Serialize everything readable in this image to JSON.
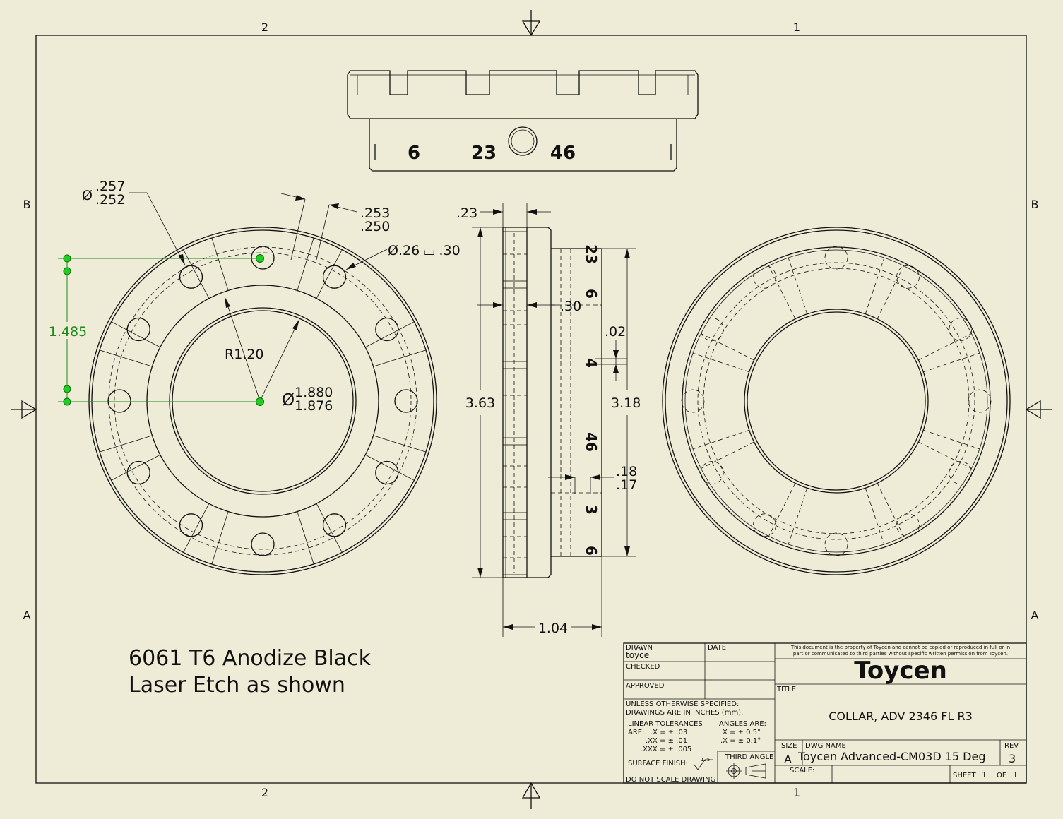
{
  "zones": {
    "top": [
      "2",
      "1"
    ],
    "bottom": [
      "2",
      "1"
    ],
    "left": [
      "B",
      "A"
    ],
    "right": [
      "B",
      "A"
    ]
  },
  "top_view": {
    "etch": [
      "6",
      "23",
      "46"
    ]
  },
  "front_view": {
    "hole_dia_top": ".257",
    "hole_dia_bottom": ".252",
    "slot_top": ".253",
    "slot_bottom": ".250",
    "cb_label": "Ø.26 ⌴ .30",
    "ycoord": "1.485",
    "radius": "R1.20",
    "bore_top": "1.880",
    "bore_bottom": "1.876",
    "dia_symbol": "Ø"
  },
  "side_view": {
    "dim_23": ".23",
    "dim_363": "3.63",
    "dim_30": ".30",
    "dim_02": ".02",
    "dim_318": "3.18",
    "dim_18": ".18",
    "dim_17": ".17",
    "dim_104": "1.04",
    "etch": [
      "23",
      "6",
      "4",
      "46",
      "3",
      "6"
    ]
  },
  "notes": {
    "line1": "6061 T6 Anodize Black",
    "line2": "Laser Etch as shown"
  },
  "title_block": {
    "drawn_label": "DRAWN",
    "drawn_by": "toyce",
    "date_label": "DATE",
    "checked_label": "CHECKED",
    "approved_label": "APPROVED",
    "unless1": "UNLESS OTHERWISE SPECIFIED:",
    "unless2": "DRAWINGS ARE IN INCHES (mm).",
    "linear_label": "LINEAR TOLERANCES",
    "linear_are": "ARE:",
    "linear_x": ".X = ± .03",
    "linear_xx": ".XX = ± .01",
    "linear_xxx": ".XXX = ± .005",
    "angles_label": "ANGLES ARE:",
    "angle_x": "X = ± 0.5°",
    "angle_xx": ".X = ± 0.1°",
    "surface_label": "SURFACE FINISH:",
    "surface_value": "125",
    "dnsd": "DO NOT SCALE DRAWING",
    "third_angle": "THIRD ANGLE",
    "property1": "This document is the property of Toycen and cannot be copied or reproduced in full or in",
    "property2": "part or communicated to third parties without specific written permission from Toycen.",
    "company": "Toycen",
    "title_label": "TITLE",
    "title": "COLLAR, ADV  2346 FL R3",
    "size_label": "SIZE",
    "size": "A",
    "dwg_label": "DWG NAME",
    "dwg_name": "Toycen Advanced-CM03D 15 Deg",
    "rev_label": "REV",
    "rev": "3",
    "scale_label": "SCALE:",
    "sheet_label": "SHEET",
    "sheet": "1",
    "of_label": "OF",
    "of": "1"
  }
}
